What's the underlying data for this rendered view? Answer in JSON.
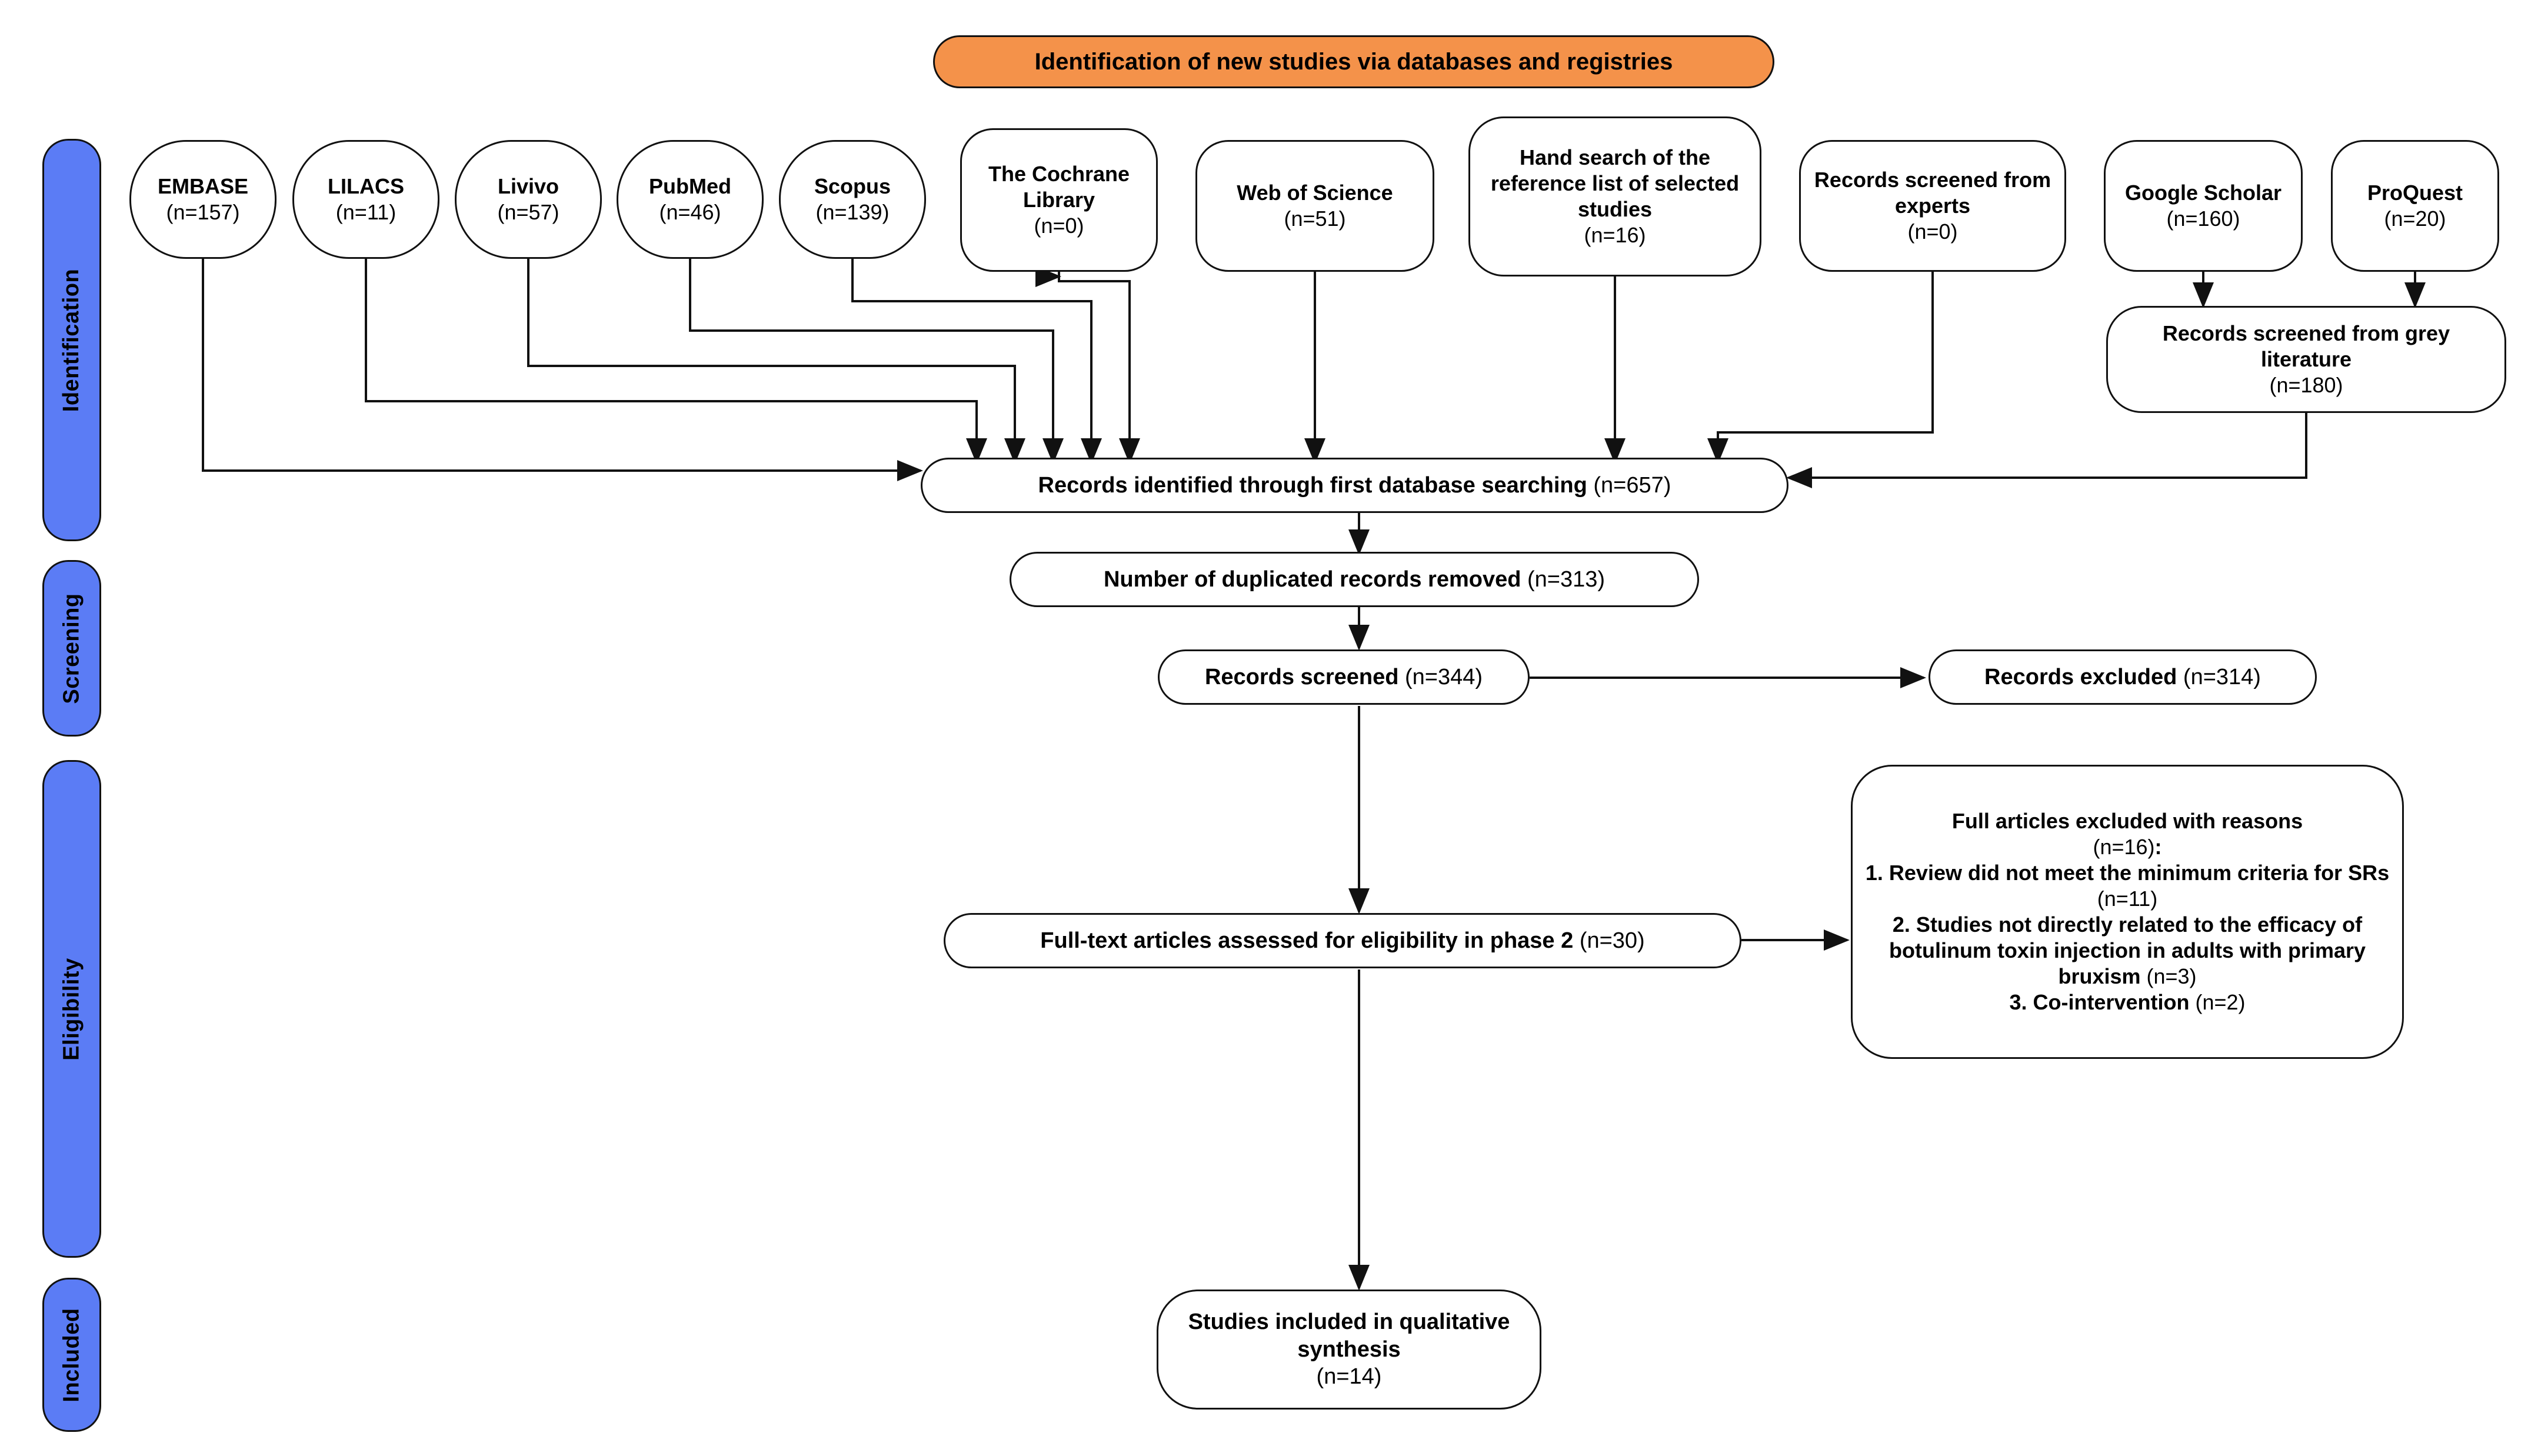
{
  "banner": {
    "label": "Identification of new studies via databases and registries",
    "color": "#F4924A"
  },
  "phases": [
    {
      "name": "identification",
      "label": "Identification"
    },
    {
      "name": "screening",
      "label": "Screening"
    },
    {
      "name": "eligibility",
      "label": "Eligibility"
    },
    {
      "name": "included",
      "label": "Included"
    }
  ],
  "phase_color": "#5B7CF5",
  "sources": [
    {
      "name": "embase",
      "label": "EMBASE",
      "count": "(n=157)"
    },
    {
      "name": "lilacs",
      "label": "LILACS",
      "count": "(n=11)"
    },
    {
      "name": "livivo",
      "label": "Livivo",
      "count": "(n=57)"
    },
    {
      "name": "pubmed",
      "label": "PubMed",
      "count": "(n=46)"
    },
    {
      "name": "scopus",
      "label": "Scopus",
      "count": "(n=139)"
    },
    {
      "name": "cochrane",
      "label": "The Cochrane Library",
      "count": "(n=0)"
    },
    {
      "name": "web-of-science",
      "label": "Web of Science",
      "count": "(n=51)"
    },
    {
      "name": "hand-search",
      "label": "Hand search of the reference list of selected studies",
      "count": "(n=16)"
    },
    {
      "name": "experts",
      "label": "Records screened from experts",
      "count": "(n=0)"
    },
    {
      "name": "google-scholar",
      "label": "Google Scholar",
      "count": "(n=160)"
    },
    {
      "name": "proquest",
      "label": "ProQuest",
      "count": "(n=20)"
    }
  ],
  "grey_literature": {
    "label": "Records screened from grey literature",
    "count": "(n=180)"
  },
  "flow": {
    "identified": {
      "label": "Records identified through first database searching ",
      "count": "(n=657)"
    },
    "duplicates": {
      "label": "Number of duplicated records removed ",
      "count": "(n=313)"
    },
    "screened": {
      "label": "Records screened ",
      "count": "(n=344)"
    },
    "excluded": {
      "label": "Records excluded ",
      "count": "(n=314)"
    },
    "fulltext": {
      "label": "Full-text articles assessed for eligibility in phase 2 ",
      "count": "(n=30)"
    },
    "included": {
      "label": "Studies included in qualitative synthesis",
      "count": "(n=14)"
    }
  },
  "exclusions": {
    "title": "Full articles excluded with reasons",
    "count": "(n=16)",
    "colon": ":",
    "reasons": [
      {
        "text": "1. Review did not meet the minimum criteria for SRs ",
        "count": "(n=11)"
      },
      {
        "text": "2. Studies not directly related to the efficacy of botulinum toxin injection in adults with primary bruxism ",
        "count": "(n=3)"
      },
      {
        "text": "3. Co-intervention ",
        "count": "(n=2)"
      }
    ]
  }
}
